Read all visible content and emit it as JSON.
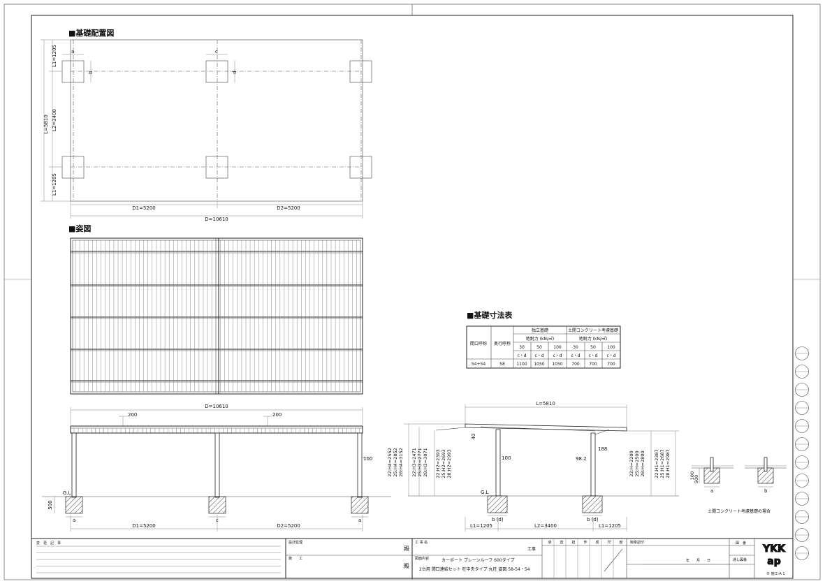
{
  "sections": {
    "foundation_layout": "■基礎配置図",
    "elevation": "■姿図",
    "dimension_table": "■基礎寸法表"
  },
  "layout_dims": {
    "a": "a",
    "b": "b",
    "c": "c",
    "d": "d",
    "L1_top": "L1=1205",
    "L": "L=5810",
    "L2": "L2=3400",
    "L1_bottom": "L1=1205",
    "D1": "D1=5200",
    "D2": "D2=5200",
    "D": "D=10610"
  },
  "front_view": {
    "D": "D=10610",
    "gutter_left": "200",
    "gutter_right": "200",
    "post_label": "100",
    "ground": "G.L",
    "depth": "500",
    "a_left": "a",
    "c_mid": "c",
    "a_right": "a",
    "D1": "D1=5200",
    "D2": "D2=5200"
  },
  "side_view": {
    "L": "L=5810",
    "h40": "40",
    "post_left": "100",
    "post_right": "98.2",
    "h188": "188",
    "ground": "G.L",
    "bd_left": "b (d)",
    "bd_right": "b (d)",
    "L1_left": "L1=1205",
    "L2": "L2=3400",
    "L1_right": "L1=1205",
    "h4": [
      "22:H4=2552",
      "25:H4=2852",
      "28:H4=3152"
    ],
    "h3": [
      "22:H3=2471",
      "25:H3=2771",
      "28:H3=3071"
    ],
    "h2": [
      "22:H2=2393",
      "25:H2=2693",
      "28:H2=2993"
    ],
    "h": [
      "22:H=2200",
      "25:H=2500",
      "28:H=2800"
    ],
    "h1": [
      "22:H1=2387",
      "25:H1=2687",
      "28:H1=2987"
    ]
  },
  "details": {
    "d100": "100",
    "d500": "500",
    "a": "a",
    "b": "b",
    "caption": "土間コンクリート考慮基礎の場合"
  },
  "table": {
    "h_maguchi": "間口呼称",
    "h_okuyuki": "奥行呼称",
    "h_dokuritsu": "独立基礎",
    "h_doma": "土間コンクリート考慮基礎",
    "h_jitai1": "地耐力 (kN/㎡)",
    "h_jitai2": "地耐力 (kN/㎡)",
    "loads": [
      "30",
      "50",
      "100",
      "30",
      "50",
      "100"
    ],
    "cd": [
      "c・d",
      "c・d",
      "c・d",
      "c・d",
      "c・d",
      "c・d"
    ],
    "row": [
      "54+54",
      "58",
      "1100",
      "1050",
      "1050",
      "700",
      "700",
      "700"
    ]
  },
  "title_block": {
    "change_log": "変　更　記　事",
    "design_supervision": "設計監理",
    "construction": "施　　工",
    "dono1": "殿",
    "dono2": "殿",
    "project_label": "工 事 名",
    "project_value": "工事",
    "drawing_label": "図面内容",
    "drawing_line1": "カーポート プレーンルーフ 600タイプ",
    "drawing_line2": "2台用 間口連結セット 柱中央タイプ 丸柱 姿図 58-54・54",
    "approve_cols": [
      "承",
      "査",
      "担",
      "作",
      "成",
      "尺",
      "度"
    ],
    "checked": "御承認印",
    "date": "年　　月　　日",
    "drawing_no": "図　番",
    "serial": "通し図番",
    "logo": "YKK ap",
    "sheet_id": "® 施工-A 1"
  }
}
